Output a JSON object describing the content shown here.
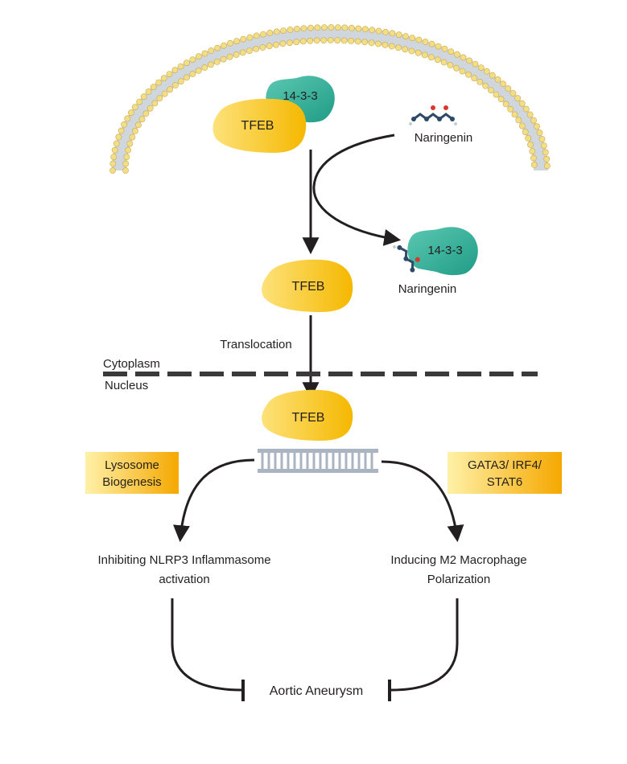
{
  "labels": {
    "protein_1433_top": "14-3-3",
    "tfeb_top": "TFEB",
    "naringenin_top": "Naringenin",
    "protein_1433_bound": "14-3-3",
    "naringenin_bound": "Naringenin",
    "tfeb_middle": "TFEB",
    "translocation": "Translocation",
    "cytoplasm": "Cytoplasm",
    "nucleus": "Nucleus",
    "tfeb_nucleus": "TFEB",
    "lysosome_line1": "Lysosome",
    "lysosome_line2": "Biogenesis",
    "gata_line1": "GATA3/ IRF4/",
    "gata_line2": "STAT6",
    "left_outcome_line1": "Inhibiting NLRP3 Inflammasome",
    "left_outcome_line2": "activation",
    "right_outcome_line1": "Inducing M2 Macrophage",
    "right_outcome_line2": "Polarization",
    "final": "Aortic Aneurysm"
  },
  "colors": {
    "tfeb_light": "#fde27a",
    "tfeb_dark": "#f5b800",
    "protein_1433": "#3fb8a3",
    "box_light": "#fff1a8",
    "box_dark": "#f5a800",
    "membrane_head": "#f3de86",
    "arrow": "#231f20",
    "dna": "#aab4c2"
  },
  "icons": {
    "membrane": "lipid-bilayer-arc",
    "molecule": "naringenin-molecule",
    "dna": "dna-ladder"
  }
}
